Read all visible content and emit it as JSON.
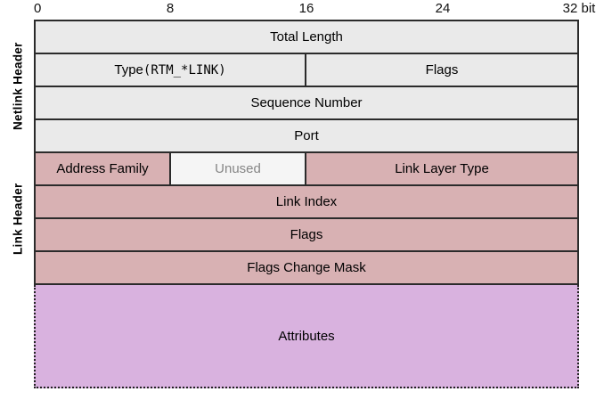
{
  "figure": {
    "title_semantic": "Netlink link message format bitfield diagram",
    "axis": {
      "unit": "bit",
      "ticks": {
        "t0": "0",
        "t8": "8",
        "t16": "16",
        "t24": "24",
        "t32": "32 bit"
      }
    },
    "groups": {
      "netlink_header": {
        "label": "Netlink Header"
      },
      "link_header": {
        "label": "Link Header"
      }
    },
    "rows": {
      "total_length": {
        "label": "Total Length"
      },
      "type": {
        "label_prefix": "Type ",
        "label_code": "(RTM_*LINK)"
      },
      "netlink_flags": {
        "label": "Flags"
      },
      "sequence_number": {
        "label": "Sequence Number"
      },
      "port": {
        "label": "Port"
      },
      "address_family": {
        "label": "Address Family"
      },
      "unused": {
        "label": "Unused"
      },
      "link_layer_type": {
        "label": "Link Layer Type"
      },
      "link_index": {
        "label": "Link Index"
      },
      "link_flags": {
        "label": "Flags"
      },
      "flags_change_mask": {
        "label": "Flags Change Mask"
      },
      "attributes": {
        "label": "Attributes"
      }
    },
    "colors": {
      "netlink_row_fill": "#eaeaea",
      "link_row_fill": "#d8b1b3",
      "unused_fill": "#f5f5f5",
      "unused_text": "#868686",
      "attributes_fill": "#d9b2df",
      "border": "#2b2b2b"
    }
  }
}
